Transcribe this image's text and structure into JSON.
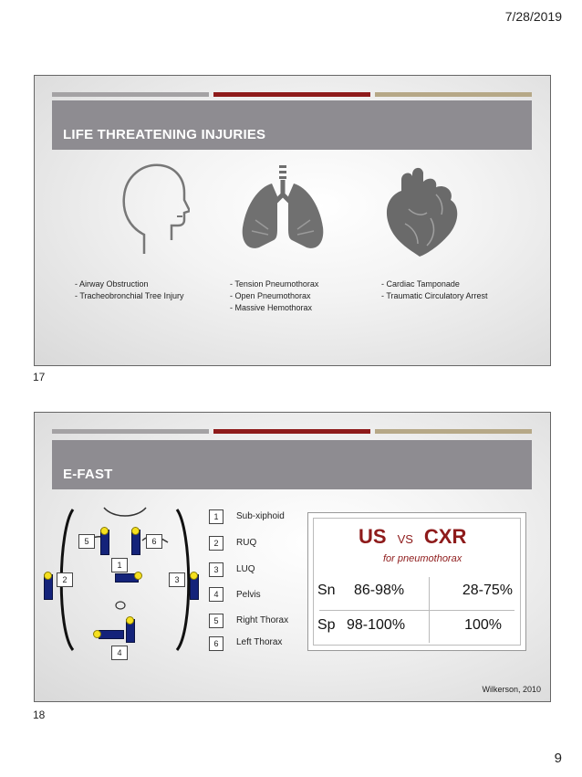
{
  "header": {
    "date": "7/28/2019"
  },
  "footer": {
    "page_number": "9"
  },
  "slides": [
    {
      "number": "17",
      "title": "LIFE THREATENING INJURIES",
      "columns": [
        {
          "icon": "head-icon",
          "items": [
            "- Airway Obstruction",
            "- Tracheobronchial Tree Injury"
          ]
        },
        {
          "icon": "lungs-icon",
          "items": [
            "- Tension Pneumothorax",
            "- Open Pneumothorax",
            "- Massive Hemothorax"
          ]
        },
        {
          "icon": "heart-icon",
          "items": [
            "- Cardiac Tamponade",
            "- Traumatic Circulatory Arrest"
          ]
        }
      ]
    },
    {
      "number": "18",
      "title": "E-FAST",
      "diagram_labels": [
        "1",
        "2",
        "3",
        "4",
        "5",
        "6"
      ],
      "views": [
        {
          "num": "1",
          "label": "Sub-xiphoid"
        },
        {
          "num": "2",
          "label": "RUQ"
        },
        {
          "num": "3",
          "label": "LUQ"
        },
        {
          "num": "4",
          "label": "Pelvis"
        },
        {
          "num": "5",
          "label": "Right Thorax"
        },
        {
          "num": "6",
          "label": "Left Thorax"
        }
      ],
      "comparison": {
        "left": "US",
        "vs": "VS",
        "right": "CXR",
        "subtitle": "for pneumothorax",
        "rows": [
          {
            "metric": "Sn",
            "us": "86-98%",
            "cxr": "28-75%"
          },
          {
            "metric": "Sp",
            "us": "98-100%",
            "cxr": "100%"
          }
        ]
      },
      "citation": "Wilkerson, 2010"
    }
  ],
  "colors": {
    "accent_red": "#8e1b1b",
    "band_gray": "#8e8c91",
    "tan": "#b6a887",
    "probe_blue": "#14237a"
  }
}
